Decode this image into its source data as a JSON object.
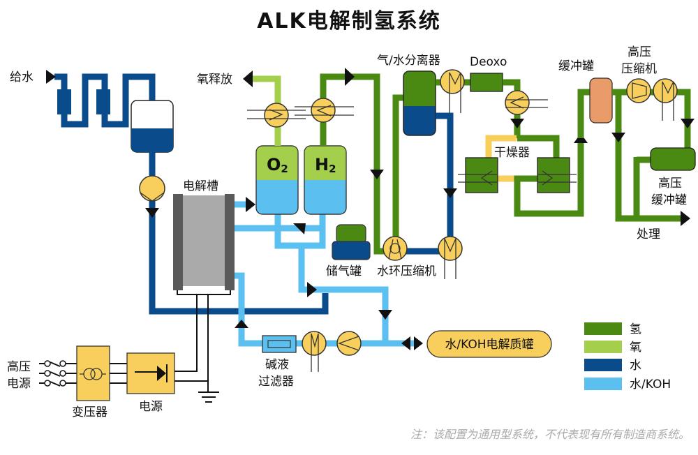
{
  "title": "ALK电解制氢系统",
  "labels": {
    "feed_water": "给水",
    "oxygen_release": "氧释放",
    "electrolyzer": "电解槽",
    "o2_tank": "O",
    "o2_sub": "2",
    "h2_tank": "H",
    "h2_sub": "2",
    "gas_water_separator": "气/水分离器",
    "deoxo": "Deoxo",
    "buffer_tank": "缓冲罐",
    "hp_compressor_line1": "高压",
    "hp_compressor_line2": "压缩机",
    "dryer": "干燥器",
    "hp_buffer_line1": "高压",
    "hp_buffer_line2": "缓冲罐",
    "treatment": "处理",
    "gas_storage": "储气罐",
    "water_ring_compressor": "水环压缩机",
    "alkali_filter_line1": "碱液",
    "alkali_filter_line2": "过滤器",
    "koh_tank": "水/KOH电解质罐",
    "hv_line1": "高压",
    "hv_line2": "电源",
    "transformer": "变压器",
    "power_supply": "电源"
  },
  "legend": [
    {
      "label": "氢",
      "color": "#4a8a12"
    },
    {
      "label": "氧",
      "color": "#a4cf4c"
    },
    {
      "label": "水",
      "color": "#0a4b8c"
    },
    {
      "label": "水/KOH",
      "color": "#5bbff0"
    }
  ],
  "colors": {
    "hydrogen": "#4a8a12",
    "oxygen": "#a4cf4c",
    "water": "#0a4b8c",
    "koh": "#5bbff0",
    "component": "#f8cf5c",
    "buffer": "#e99b6a",
    "electrolyzer_plate": "#5a5a5a",
    "electrolyzer_body": "#aaaaaa"
  },
  "note": "注：该配置为通用型系统，不代表现有所有制造商系统。"
}
